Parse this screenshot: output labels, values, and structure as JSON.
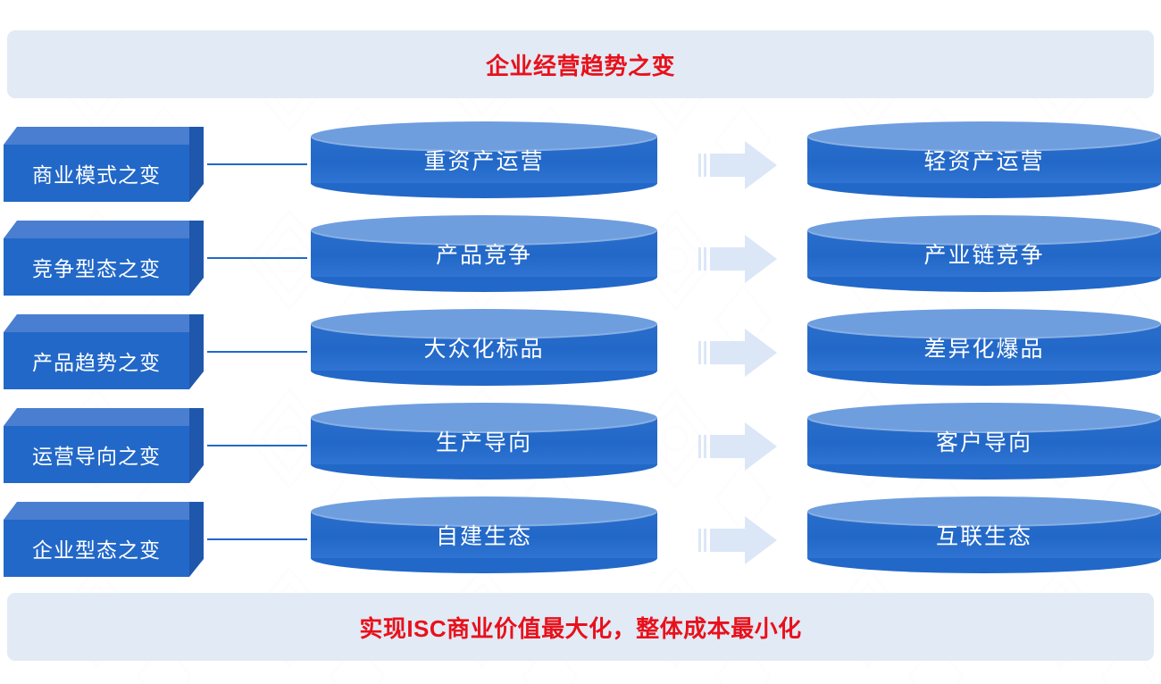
{
  "header": {
    "title": "企业经营趋势之变"
  },
  "footer": {
    "title": "实现ISC商业价值最大化，整体成本最小化"
  },
  "colors": {
    "banner_bg": "#e2eaf5",
    "banner_text": "#e8111b",
    "cube_face": "#2268c8",
    "cube_top": "#4a7ed0",
    "cube_side": "#1f57ad",
    "cylinder_top": "#6e9ede",
    "cylinder_body": "#2268c8",
    "arrow": "#dbe7f7",
    "connector": "#2268c8"
  },
  "icons": {
    "arrow": "arrow-right-icon"
  },
  "rows": [
    {
      "category": "商业模式之变",
      "from": "重资产运营",
      "to": "轻资产运营"
    },
    {
      "category": "竞争型态之变",
      "from": "产品竞争",
      "to": "产业链竞争"
    },
    {
      "category": "产品趋势之变",
      "from": "大众化标品",
      "to": "差异化爆品"
    },
    {
      "category": "运营导向之变",
      "from": "生产导向",
      "to": "客户导向"
    },
    {
      "category": "企业型态之变",
      "from": "自建生态",
      "to": "互联生态"
    }
  ]
}
